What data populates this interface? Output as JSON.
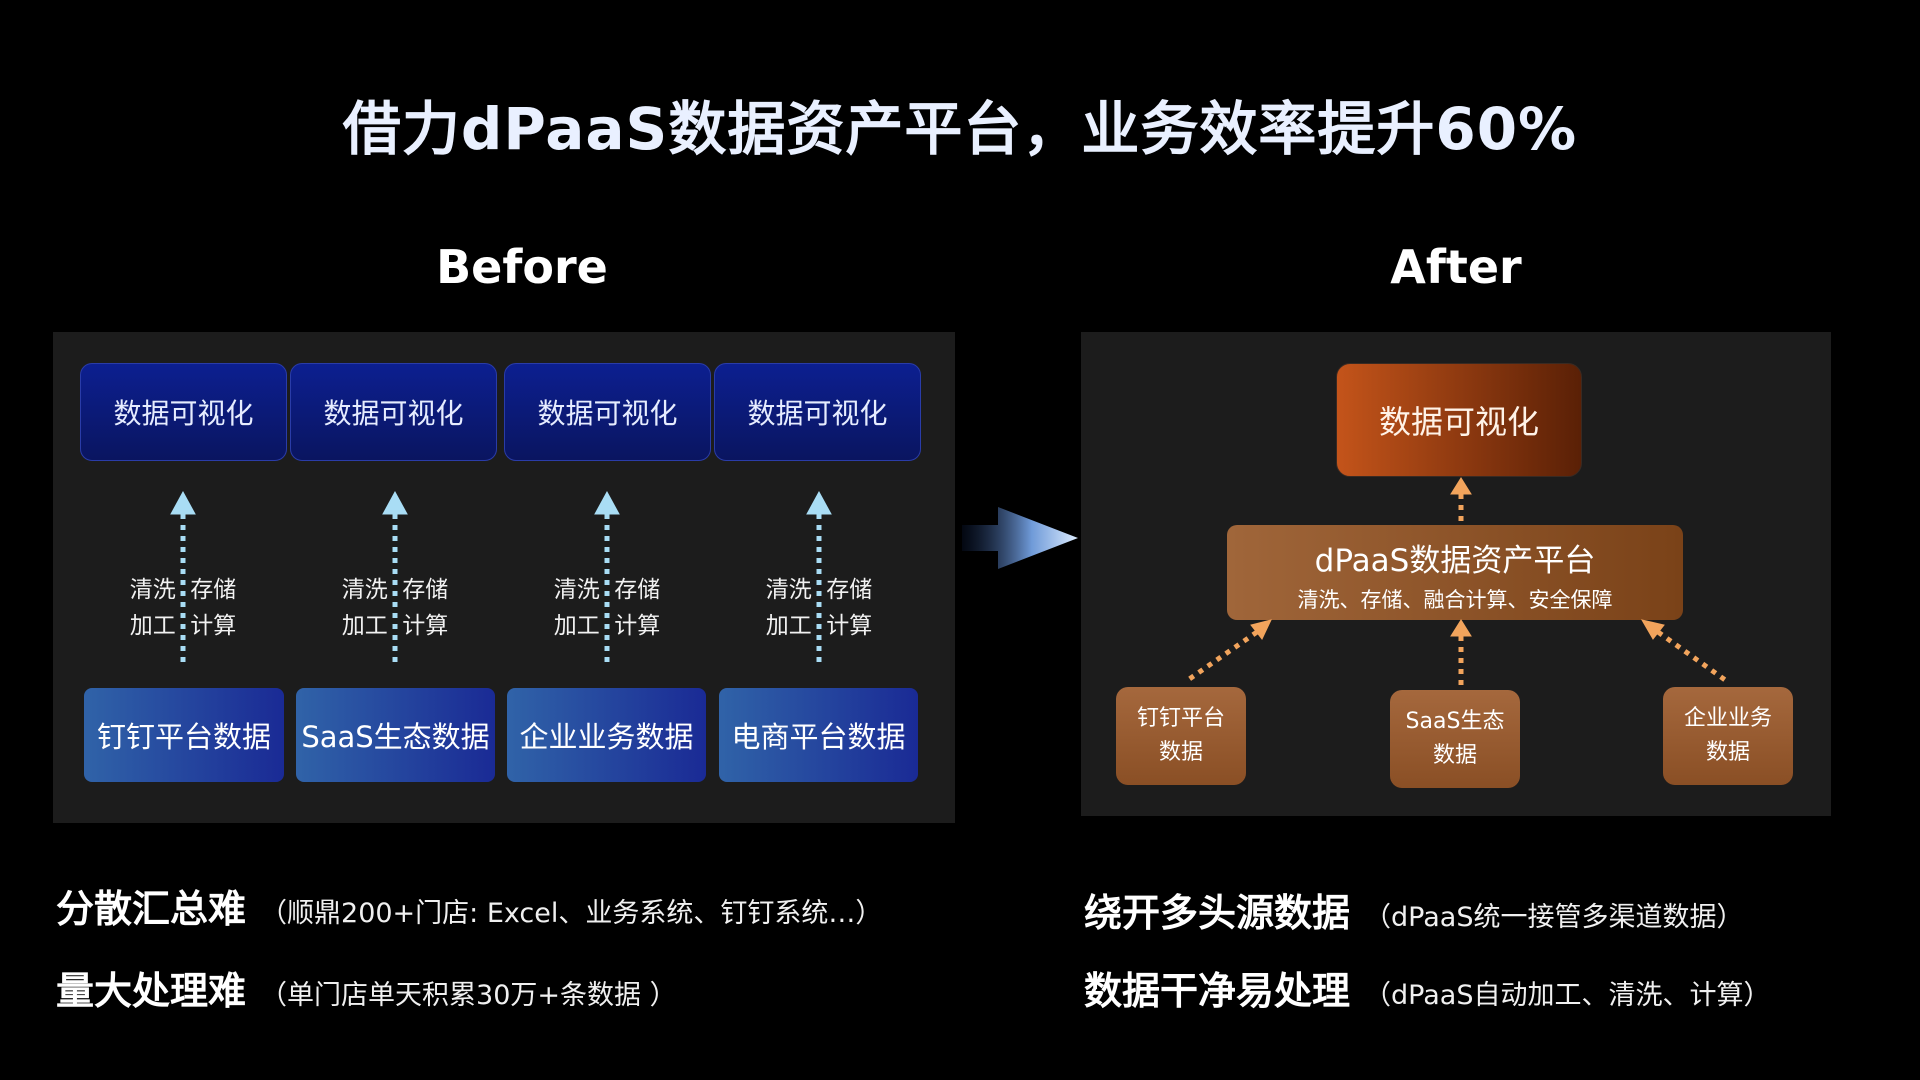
{
  "title": "借力dPaaS数据资产平台，业务效率提升60%",
  "before": {
    "heading": "Before",
    "viz_label": "数据可视化",
    "steps": "清洗  存储\n加工  计算",
    "sources": [
      "钉钉平台数据",
      "SaaS生态数据",
      "企业业务数据",
      "电商平台数据"
    ]
  },
  "after": {
    "heading": "After",
    "viz_label": "数据可视化",
    "platform_title": "dPaaS数据资产平台",
    "platform_sub": "清洗、存储、融合计算、安全保障",
    "sources": [
      "钉钉平台\n数据",
      "SaaS生态\n数据",
      "企业业务\n数据"
    ]
  },
  "bottom": {
    "left": [
      {
        "main": "分散汇总难",
        "sub": "（顺鼎200+门店: Excel、业务系统、钉钉系统…）"
      },
      {
        "main": "量大处理难",
        "sub": "（单门店单天积累30万+条数据 ）"
      }
    ],
    "right": [
      {
        "main": "绕开多头源数据",
        "sub": "（dPaaS统一接管多渠道数据）"
      },
      {
        "main": "数据干净易处理",
        "sub": "（dPaaS自动加工、清洗、计算）"
      }
    ]
  },
  "colors": {
    "before_box": "#0c1f90",
    "after_box": "#c4541a",
    "before_arrow": "#a9ddf5",
    "after_arrow": "#f2a45c"
  }
}
